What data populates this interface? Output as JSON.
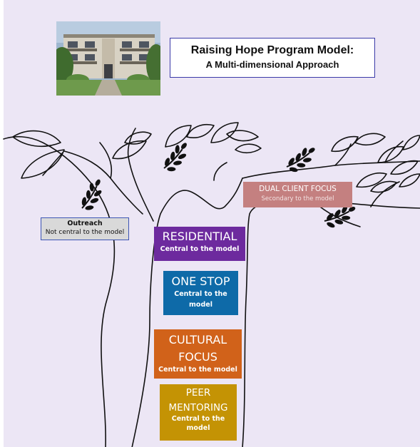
{
  "title": {
    "line1": "Raising Hope Program Model:",
    "line2": "A Multi-dimensional Approach"
  },
  "outreach": {
    "label": "Outreach",
    "sublabel": "Not central to the model"
  },
  "dual_client": {
    "label": "DUAL CLIENT FOCUS",
    "sublabel": "Secondary to the model"
  },
  "residential": {
    "label": "RESIDENTIAL",
    "sublabel": "Central to the model"
  },
  "one_stop": {
    "label_line1": "ONE STOP",
    "sublabel_line1": "Central to the",
    "sublabel_line2": "model"
  },
  "cultural": {
    "label_line1": "CULTURAL",
    "label_line2": "FOCUS",
    "sublabel": "Central to the model"
  },
  "peer": {
    "label_line1": "PEER",
    "label_line2": "MENTORING",
    "sublabel_line1": "Central to the",
    "sublabel_line2": "model"
  },
  "colors": {
    "background": "#ece6f5",
    "residential": "#6d2a9e",
    "one_stop": "#0e6aa8",
    "cultural": "#d1621a",
    "peer": "#c49304",
    "dual_client": "#c48080",
    "outreach": "#d9d9d9"
  }
}
